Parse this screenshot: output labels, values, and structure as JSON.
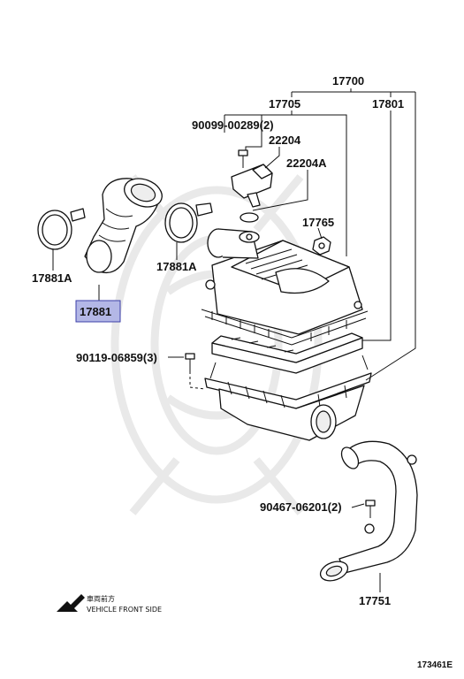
{
  "labels": {
    "p17700": "17700",
    "p17705": "17705",
    "p17801": "17801",
    "p90099": "90099-00289(2)",
    "p22204": "22204",
    "p22204a": "22204A",
    "p17765": "17765",
    "p17881a_left": "17881A",
    "p17881a_mid": "17881A",
    "p17881": "17881",
    "p90119": "90119-06859(3)",
    "p90467": "90467-06201(2)",
    "p17751": "17751"
  },
  "direction": {
    "jp_text": "車両前方",
    "en_text": "VEHICLE FRONT SIDE"
  },
  "figure_number": "173461E",
  "colors": {
    "highlight_fill": "#b3b7e6",
    "highlight_border": "#3b3fa8",
    "ink": "#111111",
    "watermark": "#e9e9e9"
  }
}
